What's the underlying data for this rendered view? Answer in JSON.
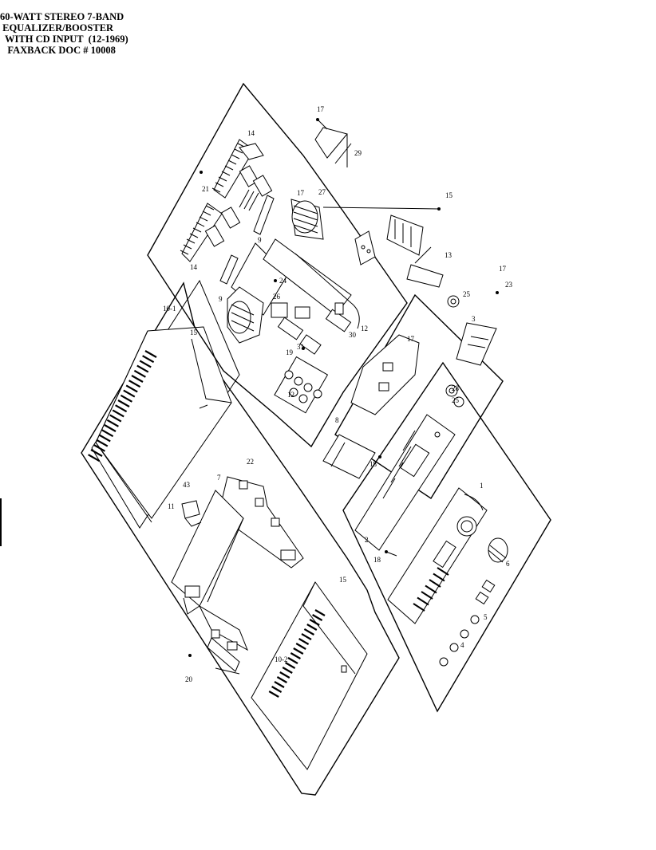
{
  "title": {
    "line1": "60-WATT STEREO 7-BAND",
    "line2": " EQUALIZER/BOOSTER",
    "line3": "  WITH CD INPUT  (12-1969)",
    "line4": "   FAXBACK DOC # 10008"
  },
  "part_labels": {
    "p1": "1",
    "p2": "2",
    "p3": "3",
    "p4": "4",
    "p5": "5",
    "p6": "6",
    "p7": "7",
    "p8": "8",
    "p9a": "9",
    "p9b": "9",
    "p11": "11",
    "p12a": "12",
    "p12b": "12",
    "p13": "13",
    "p14a": "14",
    "p14b": "14",
    "p15a": "15",
    "p15b": "15",
    "p15c": "15",
    "p17a": "17",
    "p17b": "17",
    "p17c": "17",
    "p17d": "17",
    "p18a": "18",
    "p18b": "18",
    "p19": "19",
    "p20": "20",
    "p21": "21",
    "p22": "22",
    "p23": "23",
    "p24": "24",
    "p25a": "25",
    "p25b": "25",
    "p26": "26",
    "p27": "27",
    "p28": "28",
    "p29": "29",
    "p30": "30",
    "p31": "31",
    "p43": "43",
    "p10_1": "10-1",
    "p10_2": "10-2"
  }
}
